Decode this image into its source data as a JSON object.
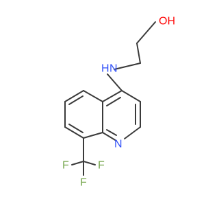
{
  "molecule": {
    "atoms": {
      "hydroxyl": "OH",
      "amine": "N",
      "amine_h": "H",
      "ring_nitrogen": "N",
      "fluorine_top": "F",
      "fluorine_left": "F",
      "fluorine_right": "F"
    },
    "colors": {
      "bond": "#3a3a3a",
      "oxygen": "#ff0d0d",
      "nitrogen": "#3050f8",
      "fluorine": "#78a850"
    }
  }
}
